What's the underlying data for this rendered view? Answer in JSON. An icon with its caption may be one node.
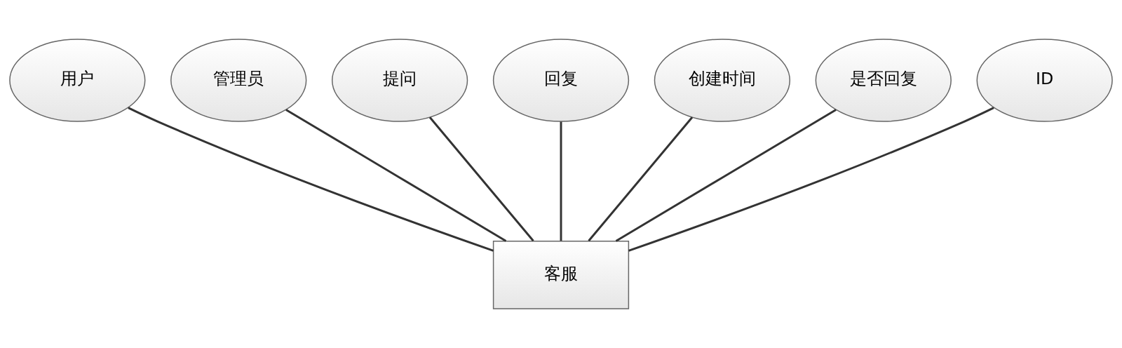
{
  "diagram": {
    "nodes": [
      {
        "text": [
          "用户"
        ]
      },
      {
        "text": [
          "管理员"
        ]
      },
      {
        "text": [
          "提问"
        ]
      },
      {
        "text": [
          "回复"
        ]
      },
      {
        "text": [
          "创建时间"
        ]
      },
      {
        "text": [
          "是否回复"
        ]
      },
      {
        "text": [
          "ID"
        ]
      },
      {
        "text": [
          "客服"
        ]
      }
    ],
    "edges": [
      {
        "from": 7,
        "to": 6,
        "arrow": "none"
      },
      {
        "from": 7,
        "to": 4,
        "arrow": "none"
      },
      {
        "from": 7,
        "to": 0,
        "arrow": "none"
      },
      {
        "from": 7,
        "to": 1,
        "arrow": "none"
      },
      {
        "from": 7,
        "to": 2,
        "arrow": "none"
      },
      {
        "from": 7,
        "to": 3,
        "arrow": "none"
      },
      {
        "from": 7,
        "to": 5,
        "arrow": "none"
      }
    ]
  }
}
